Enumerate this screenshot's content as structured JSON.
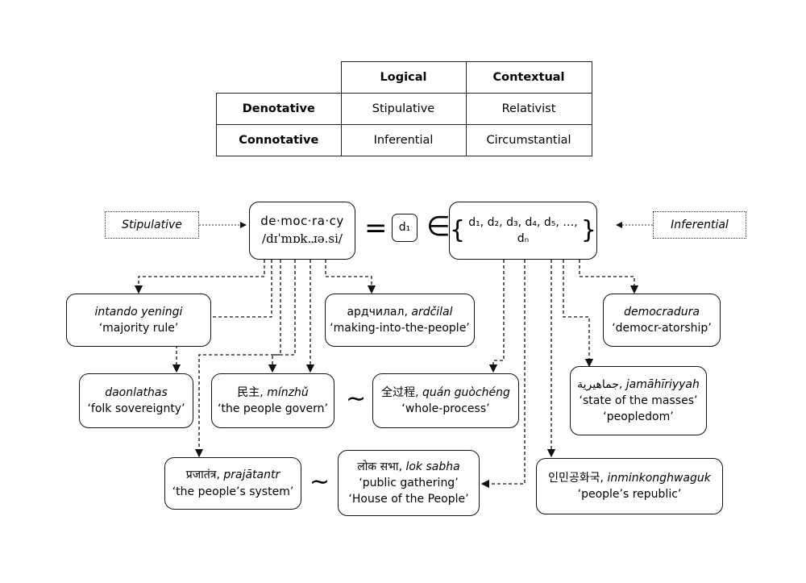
{
  "table": {
    "col_headers": [
      "Logical",
      "Contextual"
    ],
    "rows": [
      {
        "label": "Denotative",
        "cells": [
          "Stipulative",
          "Relativist"
        ]
      },
      {
        "label": "Connotative",
        "cells": [
          "Inferential",
          "Circumstantial"
        ]
      }
    ]
  },
  "diagram": {
    "stipulative_label": "Stipulative",
    "inferential_label": "Inferential",
    "headword": "de·moc·ra·cy",
    "ipa": "/dɪˈmɒk.ɹə.si/",
    "equals": "=",
    "d1": "d₁",
    "element_of": "∈",
    "brace_open": "{",
    "brace_close": "}",
    "set_items": "d₁, d₂, d₃, d₄, d₅, …, dₙ",
    "tilde": "∼",
    "terms": [
      {
        "native": "",
        "translit": "intando yeningi",
        "gloss": [
          "‘majority rule’"
        ]
      },
      {
        "native": "ардчилал, ",
        "translit": "ardčilal",
        "gloss": [
          "‘making-into-the-people’"
        ]
      },
      {
        "native": "",
        "translit": "democradura",
        "gloss": [
          "‘democr-atorship’"
        ]
      },
      {
        "native": "",
        "translit": "daonlathas",
        "gloss": [
          "‘folk sovereignty’"
        ]
      },
      {
        "native": "民主, ",
        "translit": "mínzhǔ",
        "gloss": [
          "‘the people govern’"
        ]
      },
      {
        "native": "全过程, ",
        "translit": "quán guòchéng",
        "gloss": [
          "‘whole-process’"
        ]
      },
      {
        "native": "جماهيرية, ",
        "translit": "jamāhīriyyah",
        "gloss": [
          "‘state of the masses’",
          "‘peopledom’"
        ]
      },
      {
        "native": "प्रजातंत्र, ",
        "translit": "prajātantr",
        "gloss": [
          "‘the people’s system’"
        ]
      },
      {
        "native": "लोक सभा, ",
        "translit": "lok sabha",
        "gloss": [
          "‘public gathering’",
          "‘House of the People’"
        ]
      },
      {
        "native": "인민공화국, ",
        "translit": "inminkonghwaguk",
        "gloss": [
          "‘people’s republic’"
        ]
      }
    ]
  }
}
